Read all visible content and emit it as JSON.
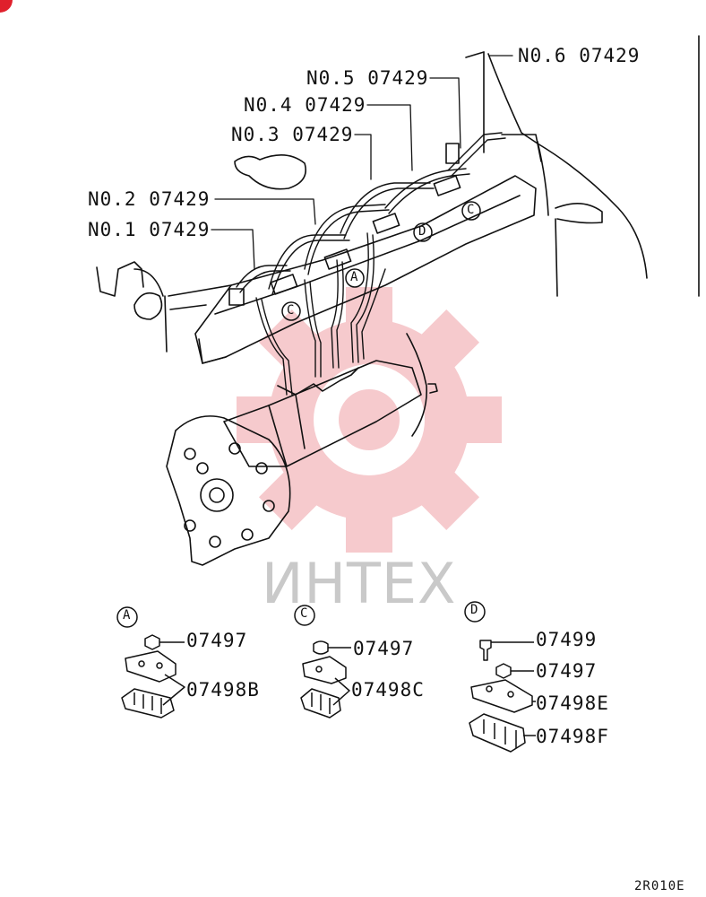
{
  "callouts": {
    "no1": "N0.1 07429",
    "no2": "N0.2 07429",
    "no3": "N0.3 07429",
    "no4": "N0.4 07429",
    "no5": "N0.5 07429",
    "no6": "N0.6 07429"
  },
  "markers": {
    "a": "A",
    "c": "C",
    "d": "D"
  },
  "details": {
    "a": {
      "nut": "07497",
      "clamp": "07498B"
    },
    "c": {
      "nut": "07497",
      "clamp": "07498C"
    },
    "d": {
      "bolt": "07499",
      "nut": "07497",
      "clamp_upper": "07498E",
      "clamp_lower": "07498F"
    }
  },
  "watermark": "ИНТЕХ",
  "figure_code": "2R010E",
  "colors": {
    "ink": "#111111",
    "watermark_gear": "#f3b9bd",
    "watermark_text": "#c9c9c9",
    "corner_badge": "#e0202c"
  }
}
